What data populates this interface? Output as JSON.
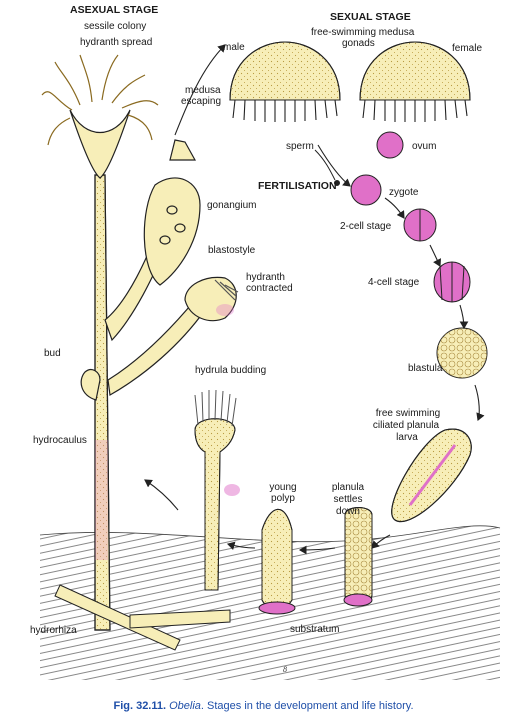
{
  "headings": {
    "asexual_stage": "ASEXUAL STAGE",
    "sexual_stage": "SEXUAL STAGE",
    "fertilisation": "FERTILISATION"
  },
  "labels": {
    "sessile_colony": "sessile colony",
    "hydranth_spread": "hydranth spread",
    "free_swimming_medusa": "free-swimming medusa",
    "gonads": "gonads",
    "male": "male",
    "female": "female",
    "medusa": "medusa",
    "escaping": "escaping",
    "sperm": "sperm",
    "ovum": "ovum",
    "zygote": "zygote",
    "two_cell_stage": "2-cell stage",
    "four_cell_stage": "4-cell  stage",
    "gonangium": "gonangium",
    "blastostyle": "blastostyle",
    "hydranth": "hydranth",
    "contracted": "contracted",
    "bud": "bud",
    "blastula": "blastula",
    "hydrula_budding": "hydrula budding",
    "hydrocaulus": "hydrocaulus",
    "free_swimming": "free swimming",
    "ciliated_planula": "ciliated planula",
    "larva": "larva",
    "young": "young",
    "polyp": "polyp",
    "planula": "planula",
    "settles": "settles",
    "down": "down",
    "hydrorhiza": "hydrorhiza",
    "substratum": "substratum"
  },
  "caption": {
    "fig": "Fig. 32.11.",
    "genus": "Obelia",
    "text": ". Stages in the development and life history."
  },
  "colors": {
    "polyp_fill": "#f7eeb8",
    "pink": "#e070c8",
    "outline": "#222222",
    "caption": "#1f4fa8"
  }
}
